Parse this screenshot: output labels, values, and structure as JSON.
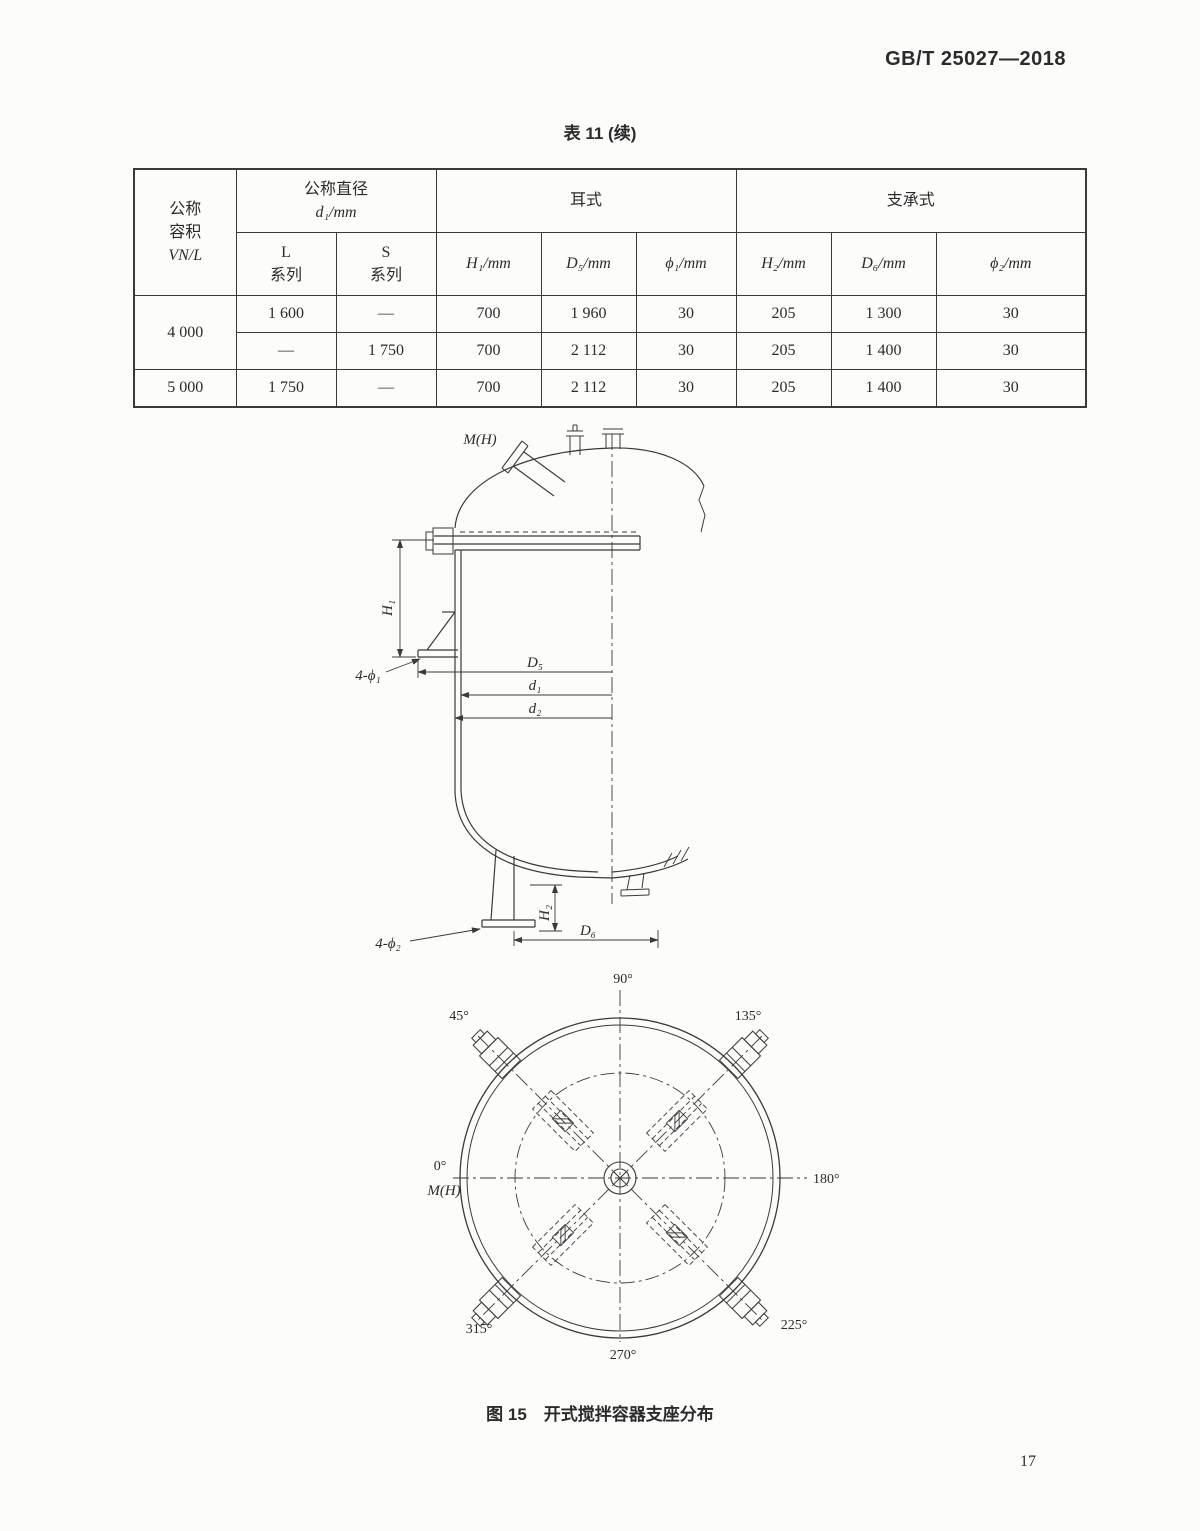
{
  "header": {
    "doc_number": "GB/T 25027—2018"
  },
  "table": {
    "title": "表 11 (续)",
    "header": {
      "capacity_l1": "公称",
      "capacity_l2": "容积",
      "capacity_l3": "VN/L",
      "diameter_l1": "公称直径",
      "diameter_l2": "d₁/mm",
      "series_l_l1": "L",
      "series_l_l2": "系列",
      "series_s_l1": "S",
      "series_s_l2": "系列",
      "group_ear": "耳式",
      "group_support": "支承式",
      "h1": "H₁/mm",
      "d5": "D₅/mm",
      "phi1": "ϕ₁/mm",
      "h2": "H₂/mm",
      "d6": "D₆/mm",
      "phi2": "ϕ₂/mm"
    },
    "rows": [
      {
        "capacity": "4 000",
        "l": "1 600",
        "s": "—",
        "h1": "700",
        "d5": "1 960",
        "phi1": "30",
        "h2": "205",
        "d6": "1 300",
        "phi2": "30"
      },
      {
        "l": "—",
        "s": "1 750",
        "h1": "700",
        "d5": "2 112",
        "phi1": "30",
        "h2": "205",
        "d6": "1 400",
        "phi2": "30"
      },
      {
        "capacity": "5 000",
        "l": "1 750",
        "s": "—",
        "h1": "700",
        "d5": "2 112",
        "phi1": "30",
        "h2": "205",
        "d6": "1 400",
        "phi2": "30"
      }
    ]
  },
  "figure": {
    "side": {
      "mh": "M(H)",
      "h1": "H₁",
      "phi1": "4-ϕ₁",
      "d5": "D₅",
      "d1": "d₁",
      "d2": "d₂",
      "h2": "H₂",
      "phi2": "4-ϕ₂",
      "d6": "D₆"
    },
    "plan": {
      "a0": "0°",
      "a45": "45°",
      "a90": "90°",
      "a135": "135°",
      "a180": "180°",
      "a225": "225°",
      "a270": "270°",
      "a315": "315°",
      "mh": "M(H)"
    },
    "caption": "图 15　开式搅拌容器支座分布"
  },
  "page_number": "17"
}
